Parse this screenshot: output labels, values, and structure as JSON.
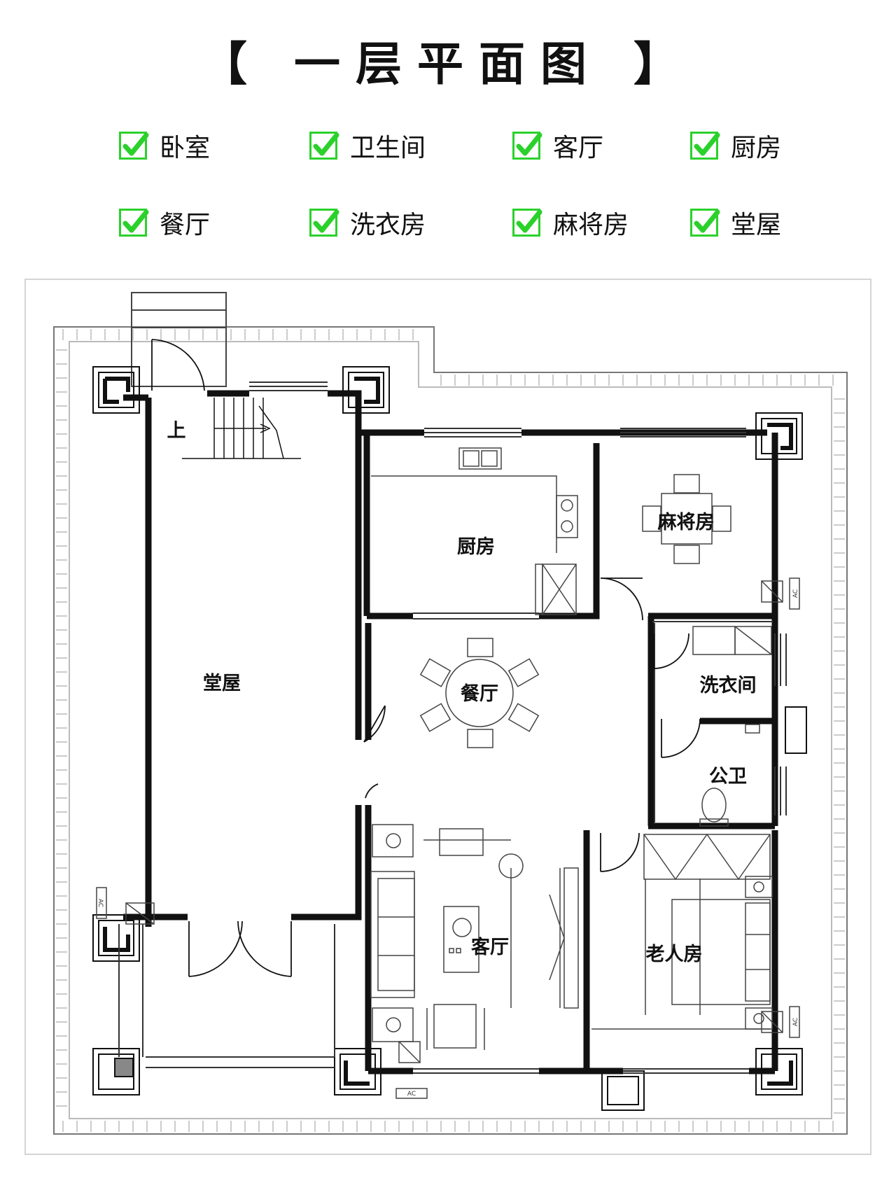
{
  "title": "【 一层平面图 】",
  "legend": [
    {
      "label": "卧室",
      "checked": true
    },
    {
      "label": "卫生间",
      "checked": true
    },
    {
      "label": "客厅",
      "checked": true
    },
    {
      "label": "厨房",
      "checked": true
    },
    {
      "label": "餐厅",
      "checked": true
    },
    {
      "label": "洗衣房",
      "checked": true
    },
    {
      "label": "麻将房",
      "checked": true
    },
    {
      "label": "堂屋",
      "checked": true
    }
  ],
  "rooms": {
    "hall": "堂屋",
    "kitchen": "厨房",
    "mahjong": "麻将房",
    "dining": "餐厅",
    "laundry": "洗衣间",
    "toilet": "公卫",
    "living": "客厅",
    "elder": "老人房",
    "stairs": "上"
  },
  "ac_labels": [
    "AC",
    "AC",
    "AC",
    "AC"
  ],
  "colors": {
    "check": "#2bd12b",
    "wall": "#111111",
    "frame": "#d4d4d4"
  }
}
